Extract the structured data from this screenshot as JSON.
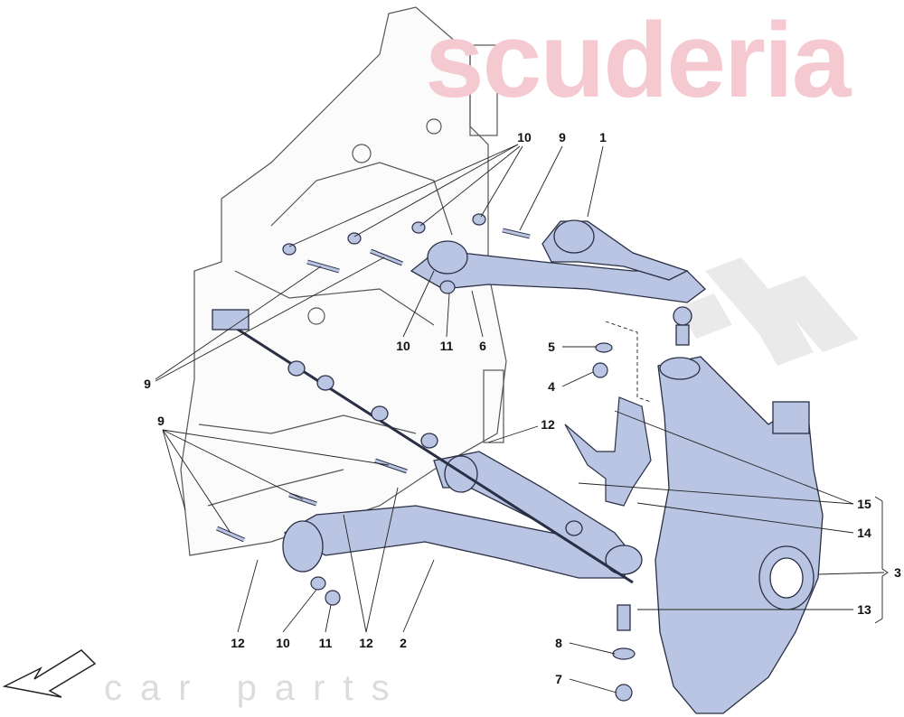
{
  "watermark": {
    "brand": "scuderia",
    "sub": "car parts"
  },
  "colors": {
    "part_fill": "#b9c5e2",
    "part_stroke": "#2a2f45",
    "frame_stroke": "#555555",
    "watermark_red": "#f4c9cf"
  },
  "callouts": [
    {
      "id": "c1",
      "text": "10"
    },
    {
      "id": "c2",
      "text": "9"
    },
    {
      "id": "c3",
      "text": "1"
    },
    {
      "id": "c4",
      "text": "5"
    },
    {
      "id": "c5",
      "text": "4"
    },
    {
      "id": "c6",
      "text": "9"
    },
    {
      "id": "c7",
      "text": "10"
    },
    {
      "id": "c8",
      "text": "11"
    },
    {
      "id": "c9",
      "text": "6"
    },
    {
      "id": "c10",
      "text": "9"
    },
    {
      "id": "c11",
      "text": "12"
    },
    {
      "id": "c12",
      "text": "15"
    },
    {
      "id": "c13",
      "text": "14"
    },
    {
      "id": "c14",
      "text": "3"
    },
    {
      "id": "c15",
      "text": "13"
    },
    {
      "id": "c16",
      "text": "12"
    },
    {
      "id": "c17",
      "text": "10"
    },
    {
      "id": "c18",
      "text": "11"
    },
    {
      "id": "c19",
      "text": "12"
    },
    {
      "id": "c20",
      "text": "2"
    },
    {
      "id": "c21",
      "text": "8"
    },
    {
      "id": "c22",
      "text": "7"
    }
  ],
  "direction_arrow_icon": "arrow-down-left-icon"
}
